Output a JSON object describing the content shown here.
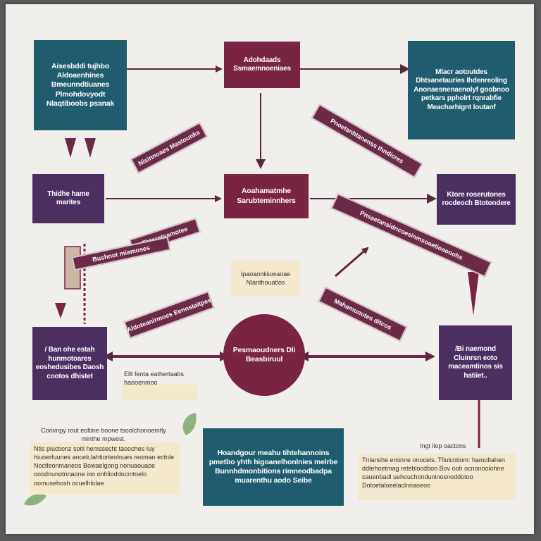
{
  "colors": {
    "teal": "#1f5d6e",
    "purple": "#4a2f60",
    "maroon": "#7a2444",
    "paper": "#f1efeb",
    "note_bg": "#f4e8cd"
  },
  "top_left_box": "Aisesbddi tujhbo Aldoaenhines Bmeunndtiuanes Plmohdovyodt Nlaqtiboobs psanak",
  "top_center_box": "Adohdaads Ssmaemnoeniaes",
  "top_right_box": "Mlacr aotoutdes Dhtsanetauries Ihdenreoling Anonaesnenaenolyf goobnoo petkars ppholrt rqnrabfie Meacharhignt loutanf",
  "mid_left_box": "Thidhe hame marites",
  "center_box": "Aoahamatmhe Sarubteminnhers",
  "mid_right_box": "Ktore roserutones rocdeoch Btotondere",
  "bottom_left_box": "/ Ban ohe estah hunmotoares eoshedusibes Daosh cootos dhistet",
  "center_circle": "Pesmaoudners Dli Beasbiruul",
  "bottom_right_box": "/Bi naemond Cluinrsn eoto maceamtinos sis hatiiet..",
  "banners": {
    "b1": "Nisinnoaes Mastounks",
    "b2": "Pnoetanhtanenss thndicres",
    "b3": "Thtoretsamotee",
    "b4": "Pnsaetansidncoesinmsoaetioaonohs",
    "b5": "Aldoteanirmoes Eennstaitpes",
    "b6": "Mahamunutes ditcos",
    "b7": "Bushnot miamoses"
  },
  "center_note": "Ipaoaonkiuwaoae Nlanthouatlos",
  "left_note": "Ellt fenta eathertaabs haooenmoo",
  "caption_left": "Convnpy rout eoltine boone tsoolchonoemtly minthe mpwest.",
  "note_bottom_left": "Ntis piuctionz soitl hemssecht taooches Iuy hiuoerfuunes ancelr,lahtiorteolnues reoman ectnle Noctleonmaneos Bowaelgong nonuaouaoe ooodnunotnnaone ino onhlioddocmtoelo oomusehosh ocuelhlolae",
  "bottom_center_box": "Hoandgour meahu tihtehannoins pmetbo yhth higoanelhonlnies melrbe Bunnhdmonbitions rimneodbadpa muarenthu aodo Seibe",
  "caption_right": "Ingt liop oactons",
  "note_bottom_right": "Tnlanshe eminne onocels. Tfiulcntiom: hamoltahen ddtehoetmag reteblocdbon Bov ooh ocnonoolohne cauenbadl uehouchonduninosnoddotoo Dotoetaloeelaclnnaoeoo"
}
